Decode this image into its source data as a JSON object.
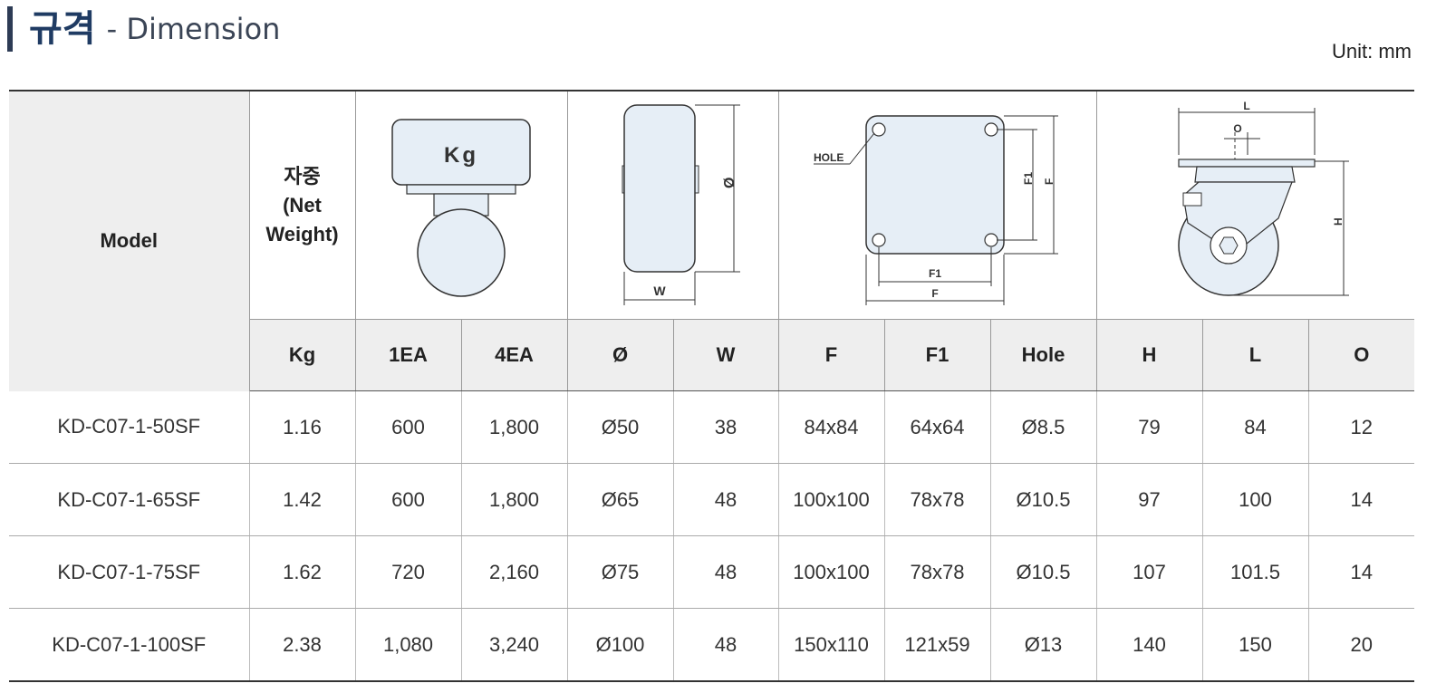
{
  "header": {
    "title_ko": "규격",
    "title_en": "- Dimension",
    "unit": "Unit: mm"
  },
  "table": {
    "header_model": "Model",
    "header_weight_lines": [
      "자중",
      "(Net",
      "Weight)"
    ],
    "diagram_labels": {
      "load": "Kg",
      "wheel_dia": "Ø",
      "wheel_width": "W",
      "plate_hole": "HOLE",
      "plate_f1": "F1",
      "plate_f": "F",
      "caster_l": "L",
      "caster_o": "O",
      "caster_h": "H"
    },
    "subheaders": [
      "Kg",
      "1EA",
      "4EA",
      "Ø",
      "W",
      "F",
      "F1",
      "Hole",
      "H",
      "L",
      "O"
    ],
    "rows": [
      [
        "KD-C07-1-50SF",
        "1.16",
        "600",
        "1,800",
        "Ø50",
        "38",
        "84x84",
        "64x64",
        "Ø8.5",
        "79",
        "84",
        "12"
      ],
      [
        "KD-C07-1-65SF",
        "1.42",
        "600",
        "1,800",
        "Ø65",
        "48",
        "100x100",
        "78x78",
        "Ø10.5",
        "97",
        "100",
        "14"
      ],
      [
        "KD-C07-1-75SF",
        "1.62",
        "720",
        "2,160",
        "Ø75",
        "48",
        "100x100",
        "78x78",
        "Ø10.5",
        "107",
        "101.5",
        "14"
      ],
      [
        "KD-C07-1-100SF",
        "2.38",
        "1,080",
        "3,240",
        "Ø100",
        "48",
        "150x110",
        "121x59",
        "Ø13",
        "140",
        "150",
        "20"
      ]
    ]
  }
}
